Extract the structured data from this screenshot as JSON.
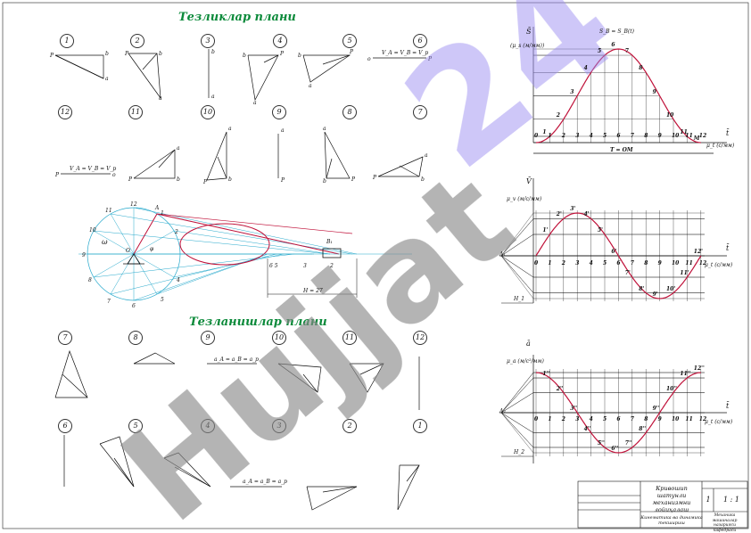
{
  "titles": {
    "velocity_plan": "Тезликлар плани",
    "acceleration_plan": "Тезланишлар плани"
  },
  "velocity_positions_top": [
    "1",
    "2",
    "3",
    "4",
    "5",
    "6"
  ],
  "velocity_positions_bottom": [
    "12",
    "11",
    "10",
    "9",
    "8",
    "7"
  ],
  "accel_positions_top": [
    "7",
    "8",
    "9",
    "10",
    "11",
    "12"
  ],
  "accel_positions_bottom": [
    "6",
    "5",
    "4",
    "3",
    "2",
    "1"
  ],
  "velocity_equation_top": "V_A = V_B = V_p",
  "velocity_equation_bottom": "V_A = V_B = V_p",
  "accel_equation": "a_A = a_B = a_p",
  "mechanism": {
    "points": {
      "A": "A",
      "B": "B₁",
      "O": "O"
    },
    "angle": "φ",
    "omega": "ω",
    "stroke_label": "H = 27"
  },
  "graph_s": {
    "y_label": "S̄",
    "scale": "(μ_s (м/мм))",
    "curve_label": "S_B = S_B(t)",
    "x_label": "t̄",
    "x_ticks": [
      "0",
      "1",
      "2",
      "3",
      "4",
      "5",
      "6",
      "7",
      "8",
      "9",
      "10",
      "11",
      "12"
    ],
    "period_label": "T = OM",
    "x_scale": "μ_t (с/мм)",
    "point_labels": [
      "1",
      "2",
      "3",
      "4",
      "5",
      "6",
      "7",
      "8",
      "9",
      "10",
      "11",
      "M"
    ]
  },
  "graph_v": {
    "y_label": "V̄",
    "scale": "μ_v (м/с/мм)",
    "origin": "A₁",
    "pole": "H_1",
    "x_label": "t̄",
    "x_ticks": [
      "0",
      "1",
      "2",
      "3",
      "4",
      "5",
      "6",
      "7",
      "8",
      "9",
      "10",
      "11",
      "12"
    ],
    "x_scale": "μ_t (с/мм)",
    "point_labels": [
      "1'",
      "2'",
      "3'",
      "4'",
      "5'",
      "6'",
      "7'",
      "8'",
      "9'",
      "10'",
      "11'",
      "12'"
    ]
  },
  "graph_a": {
    "y_label": "ā",
    "scale": "μ_a (м/с²/мм)",
    "origin": "A₂",
    "pole": "H_2",
    "x_label": "t̄",
    "x_ticks": [
      "0",
      "1",
      "2",
      "3",
      "4",
      "5",
      "6",
      "7",
      "8",
      "9",
      "10",
      "11",
      "12"
    ],
    "x_scale": "μ_t (с/мм)",
    "point_labels": [
      "1''",
      "2''",
      "3''",
      "4''",
      "5''",
      "6''",
      "7''",
      "8''",
      "9''",
      "10''",
      "11''",
      "12''"
    ]
  },
  "title_block": {
    "main": "Кривошип шатунли механизмни лойиҳалаш",
    "sub": "Кинематика ва динамика текшириш",
    "org": "Механика машиналар назарияси кафедраси",
    "sheet": "1",
    "scale": "1 : 1"
  },
  "watermark": "Hujjat 24",
  "colors": {
    "title_green": "#0b8a3a",
    "curve_red": "#c0123a",
    "construction_cyan": "#27a9cc",
    "watermark_gray": "#8a8a8a",
    "watermark_purple": "#9a8df0"
  }
}
